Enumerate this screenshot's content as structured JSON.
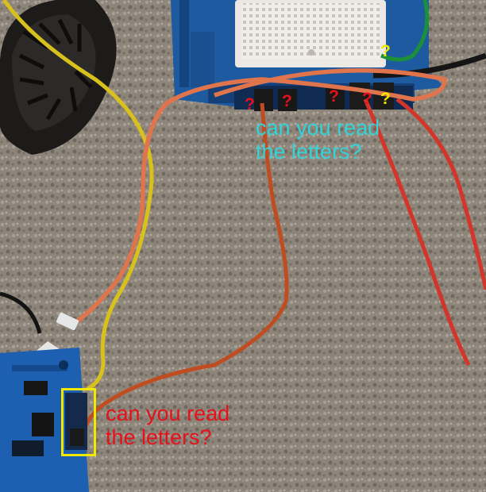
{
  "annotations": {
    "top_note": {
      "line1": "can you read",
      "line2": "the letters?",
      "color": "#33d4d9"
    },
    "bottom_note": {
      "line1": "can you read",
      "line2": "the letters?",
      "color": "#e8101a"
    },
    "question_marks": [
      {
        "text": "?",
        "color": "#e8101a"
      },
      {
        "text": "?",
        "color": "#e8101a"
      },
      {
        "text": "?",
        "color": "#e8101a"
      },
      {
        "text": "?",
        "color": "#e8101a"
      },
      {
        "text": "?",
        "color": "#f2e900"
      },
      {
        "text": "?",
        "color": "#f2e900"
      }
    ],
    "highlight_color": "#f2e900"
  }
}
